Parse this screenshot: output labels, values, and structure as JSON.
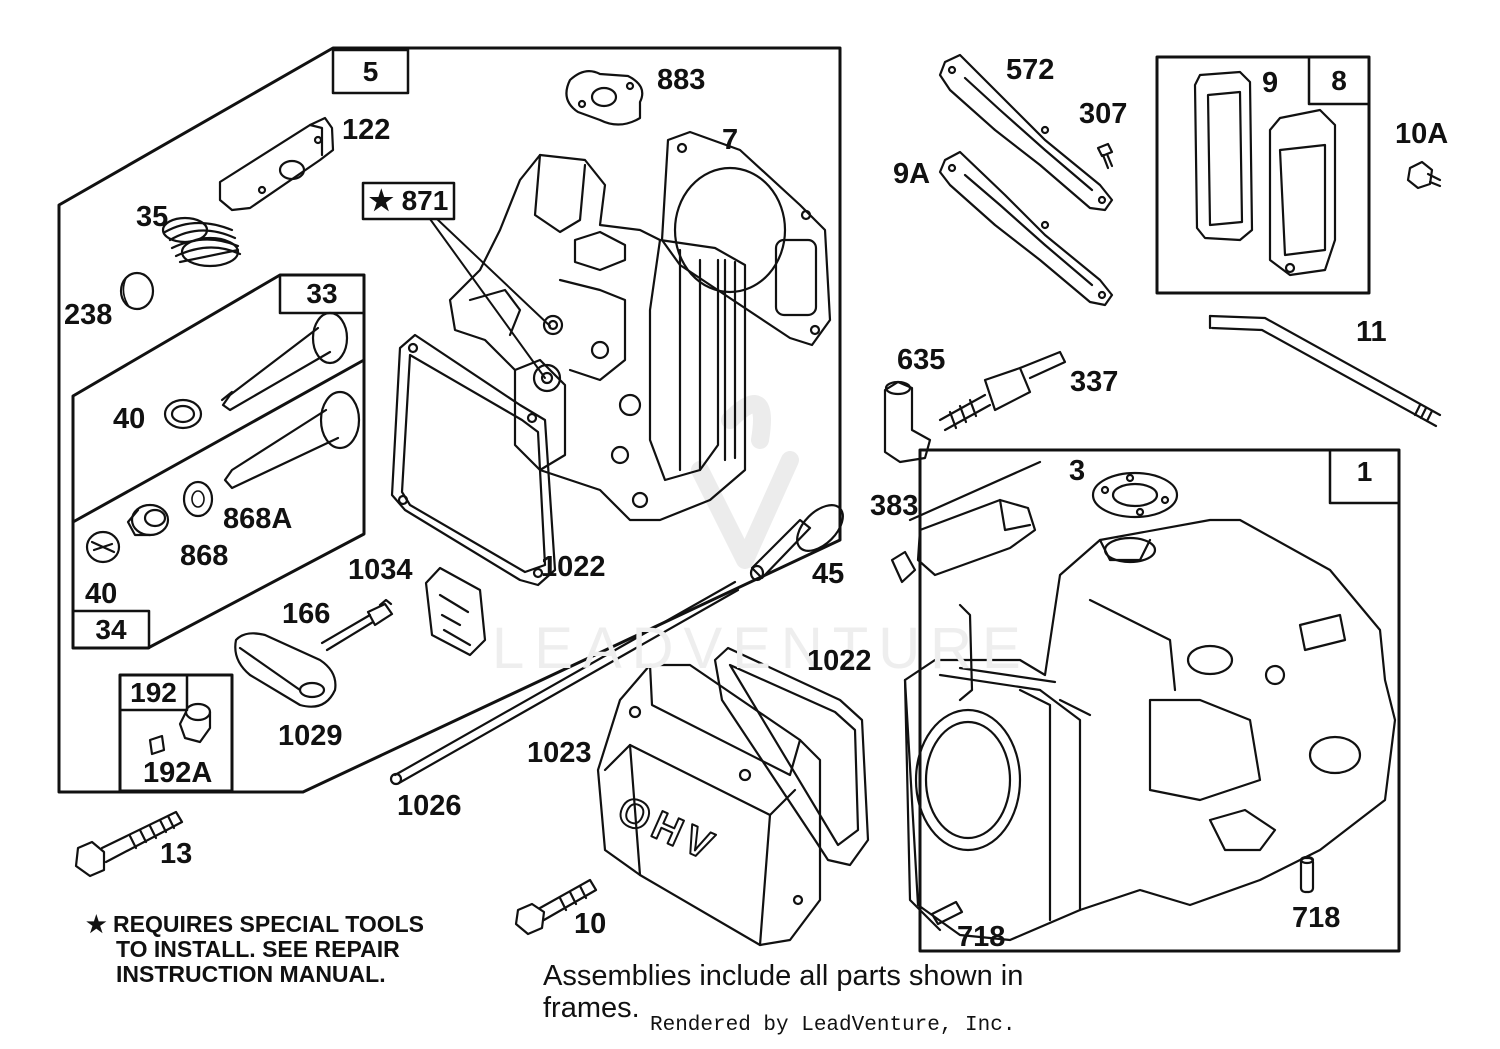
{
  "diagram": {
    "frames": {
      "head_assembly": "5",
      "valve_frame_upper": "33",
      "valve_frame_lower": "34",
      "fitting_frame": "192",
      "gasket_kit": "8",
      "block_assembly": "1"
    },
    "special_tool_ref": "★ 871",
    "parts": {
      "p883": "883",
      "p7": "7",
      "p122": "122",
      "p35": "35",
      "p238": "238",
      "p40a": "40",
      "p40b": "40",
      "p868A": "868A",
      "p868": "868",
      "p1034": "1034",
      "p1022a": "1022",
      "p166": "166",
      "p1029": "1029",
      "p192A": "192A",
      "p13": "13",
      "p572": "572",
      "p307": "307",
      "p9A": "9A",
      "p9": "9",
      "p10A": "10A",
      "p11": "11",
      "p635": "635",
      "p337": "337",
      "p383": "383",
      "p45": "45",
      "p1022b": "1022",
      "p1023": "1023",
      "p1026": "1026",
      "p10": "10",
      "p3": "3",
      "p718a": "718",
      "p718b": "718"
    },
    "cover_marking": "OHV",
    "watermark": "LEADVENTURE",
    "note_lines": [
      "★ REQUIRES SPECIAL TOOLS",
      "TO INSTALL.  SEE REPAIR",
      "INSTRUCTION MANUAL."
    ],
    "footer_lines": [
      "Assemblies include all parts shown in",
      "frames."
    ],
    "credit": "Rendered by LeadVenture, Inc."
  }
}
